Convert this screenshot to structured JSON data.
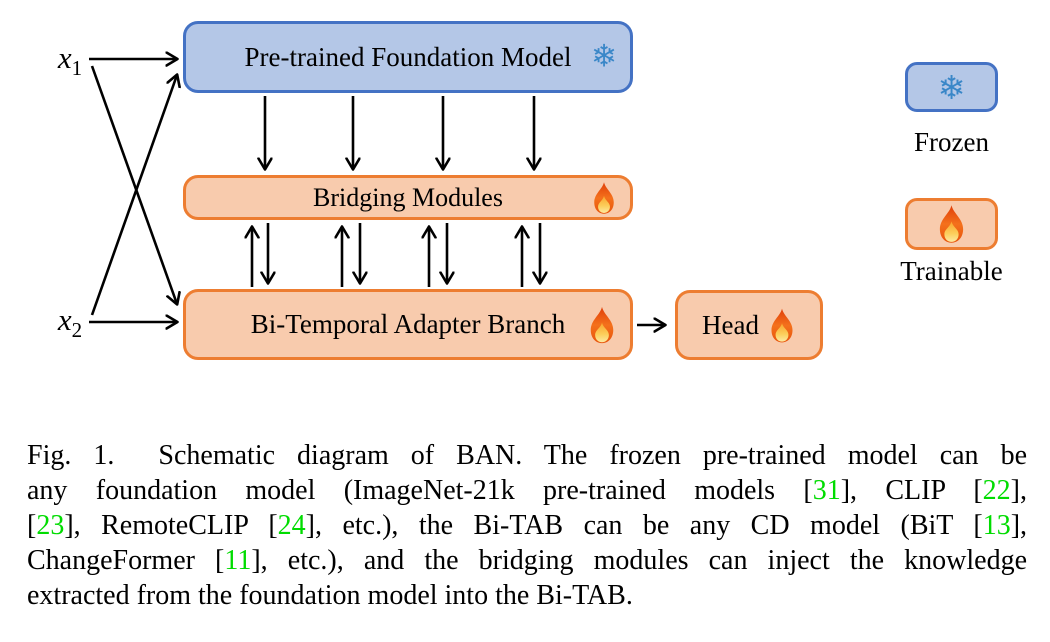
{
  "diagram": {
    "x1_label": {
      "base": "x",
      "sub": "1"
    },
    "x2_label": {
      "base": "x",
      "sub": "2"
    },
    "boxes": {
      "foundation": {
        "label": "Pre-trained Foundation Model",
        "icon": "snowflake-icon"
      },
      "bridging": {
        "label": "Bridging Modules",
        "icon": "flame-icon"
      },
      "bitab": {
        "label": "Bi-Temporal Adapter Branch",
        "icon": "flame-icon"
      },
      "head": {
        "label": "Head",
        "icon": "flame-icon"
      }
    },
    "legend": {
      "frozen_label": "Frozen",
      "trainable_label": "Trainable"
    },
    "icons": {
      "snowflake_glyph": "❄"
    },
    "colors": {
      "frozen_fill": "#B4C7E7",
      "frozen_border": "#4472C4",
      "trainable_fill": "#F8CBAD",
      "trainable_border": "#ED7D31",
      "snowflake_blue": "#3A87C8",
      "citation_green": "#00DC00",
      "arrow_black": "#000000"
    }
  },
  "caption": {
    "figure_tag": "Fig. 1.",
    "lines": [
      {
        "justify": true,
        "segments": [
          {
            "text": "Fig. 1.  Schematic diagram of BAN. The frozen pre-trained model can be"
          }
        ]
      },
      {
        "justify": true,
        "segments": [
          {
            "text": "any foundation model (ImageNet-21k pre-trained models ["
          },
          {
            "text": "31",
            "type": "cite"
          },
          {
            "text": "], CLIP ["
          },
          {
            "text": "22",
            "type": "cite"
          },
          {
            "text": "],"
          }
        ]
      },
      {
        "justify": true,
        "segments": [
          {
            "text": "["
          },
          {
            "text": "23",
            "type": "cite"
          },
          {
            "text": "], RemoteCLIP ["
          },
          {
            "text": "24",
            "type": "cite"
          },
          {
            "text": "], etc.), the Bi-TAB can be any CD model (BiT ["
          },
          {
            "text": "13",
            "type": "cite"
          },
          {
            "text": "],"
          }
        ]
      },
      {
        "justify": true,
        "segments": [
          {
            "text": "ChangeFormer ["
          },
          {
            "text": "11",
            "type": "cite"
          },
          {
            "text": "], etc.), and the bridging modules can inject the knowledge"
          }
        ]
      },
      {
        "justify": false,
        "segments": [
          {
            "text": "extracted from the foundation model into the Bi-TAB."
          }
        ]
      }
    ]
  }
}
